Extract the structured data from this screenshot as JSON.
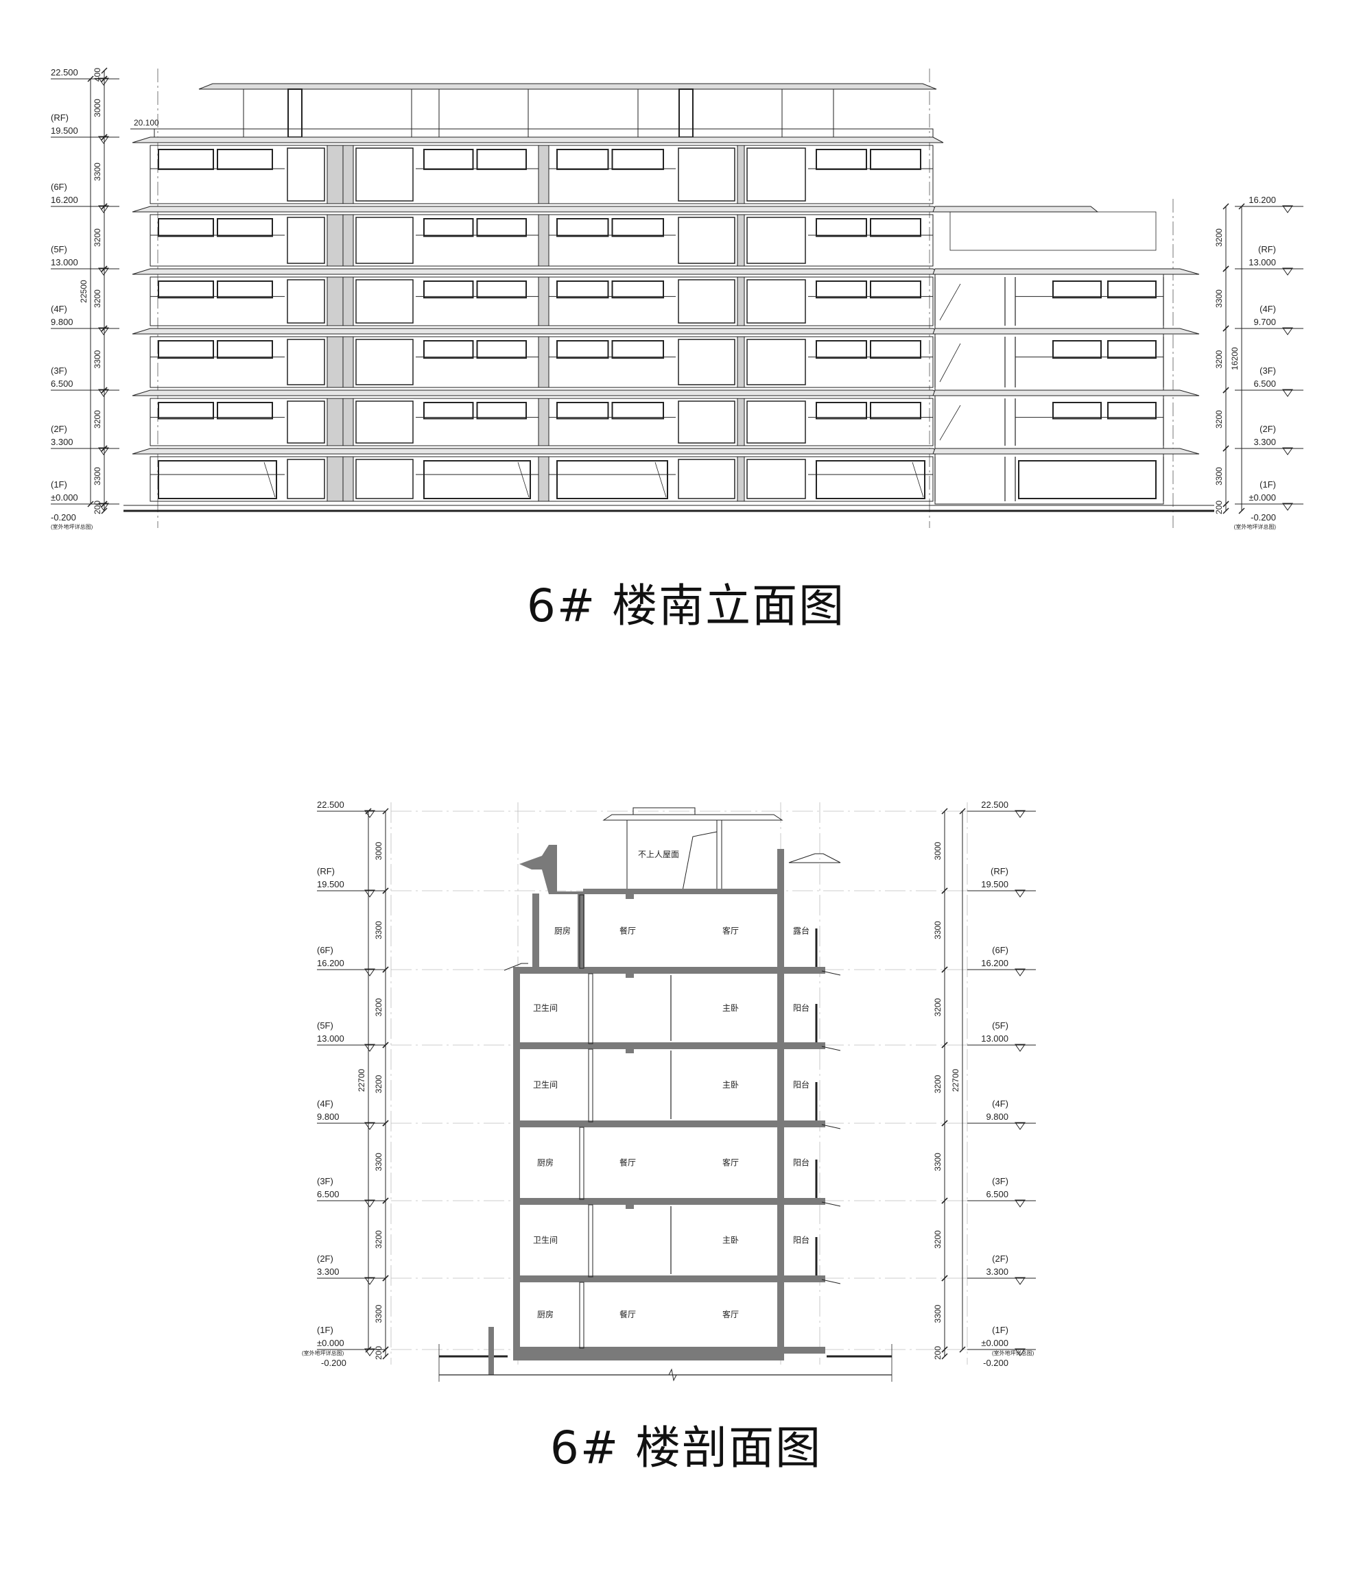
{
  "elevation": {
    "title": "6# 楼南立面图",
    "left_levels": [
      {
        "floor": "",
        "elev": "22.500"
      },
      {
        "floor": "(RF)",
        "elev": "19.500"
      },
      {
        "floor": "(6F)",
        "elev": "16.200"
      },
      {
        "floor": "(5F)",
        "elev": "13.000"
      },
      {
        "floor": "(4F)",
        "elev": "9.800"
      },
      {
        "floor": "(3F)",
        "elev": "6.500"
      },
      {
        "floor": "(2F)",
        "elev": "3.300"
      },
      {
        "floor": "(1F)",
        "elev": "±0.000"
      }
    ],
    "left_dims": [
      "400",
      "3000",
      "3300",
      "3200",
      "3200",
      "3300",
      "3200",
      "3300",
      "200"
    ],
    "left_total": "22500",
    "parapet_level": "20.100",
    "right_levels": [
      {
        "floor": "",
        "elev": "16.200"
      },
      {
        "floor": "(RF)",
        "elev": "13.000"
      },
      {
        "floor": "(4F)",
        "elev": "9.700"
      },
      {
        "floor": "(3F)",
        "elev": "6.500"
      },
      {
        "floor": "(2F)",
        "elev": "3.300"
      },
      {
        "floor": "(1F)",
        "elev": "±0.000"
      }
    ],
    "right_dims": [
      "3200",
      "3300",
      "3200",
      "3200",
      "3300",
      "200"
    ],
    "right_total": "16200",
    "ground_level": "-0.200",
    "ground_note": "(室外地坪详总图)"
  },
  "section": {
    "title": "6# 楼剖面图",
    "levels": [
      {
        "floor": "",
        "elev": "22.500"
      },
      {
        "floor": "(RF)",
        "elev": "19.500"
      },
      {
        "floor": "(6F)",
        "elev": "16.200"
      },
      {
        "floor": "(5F)",
        "elev": "13.000"
      },
      {
        "floor": "(4F)",
        "elev": "9.800"
      },
      {
        "floor": "(3F)",
        "elev": "6.500"
      },
      {
        "floor": "(2F)",
        "elev": "3.300"
      },
      {
        "floor": "(1F)",
        "elev": "±0.000"
      }
    ],
    "dims": [
      "3000",
      "3300",
      "3200",
      "3200",
      "3300",
      "3200",
      "3300",
      "200"
    ],
    "total": "22700",
    "ground_level": "-0.200",
    "ground_note": "(室外地坪详总图)",
    "roof_label": "不上人屋面",
    "floors": [
      {
        "rooms": [
          "厨房",
          "餐厅",
          "客厅",
          "露台"
        ]
      },
      {
        "rooms": [
          "卫生间",
          "",
          "主卧",
          "阳台"
        ]
      },
      {
        "rooms": [
          "卫生间",
          "",
          "主卧",
          "阳台"
        ]
      },
      {
        "rooms": [
          "厨房",
          "餐厅",
          "客厅",
          "阳台"
        ]
      },
      {
        "rooms": [
          "卫生间",
          "",
          "主卧",
          "阳台"
        ]
      },
      {
        "rooms": [
          "厨房",
          "餐厅",
          "客厅",
          ""
        ]
      }
    ]
  },
  "colors": {
    "line": "#222222",
    "cut": "#7a7a7a",
    "grid": "#bdbdbd"
  }
}
